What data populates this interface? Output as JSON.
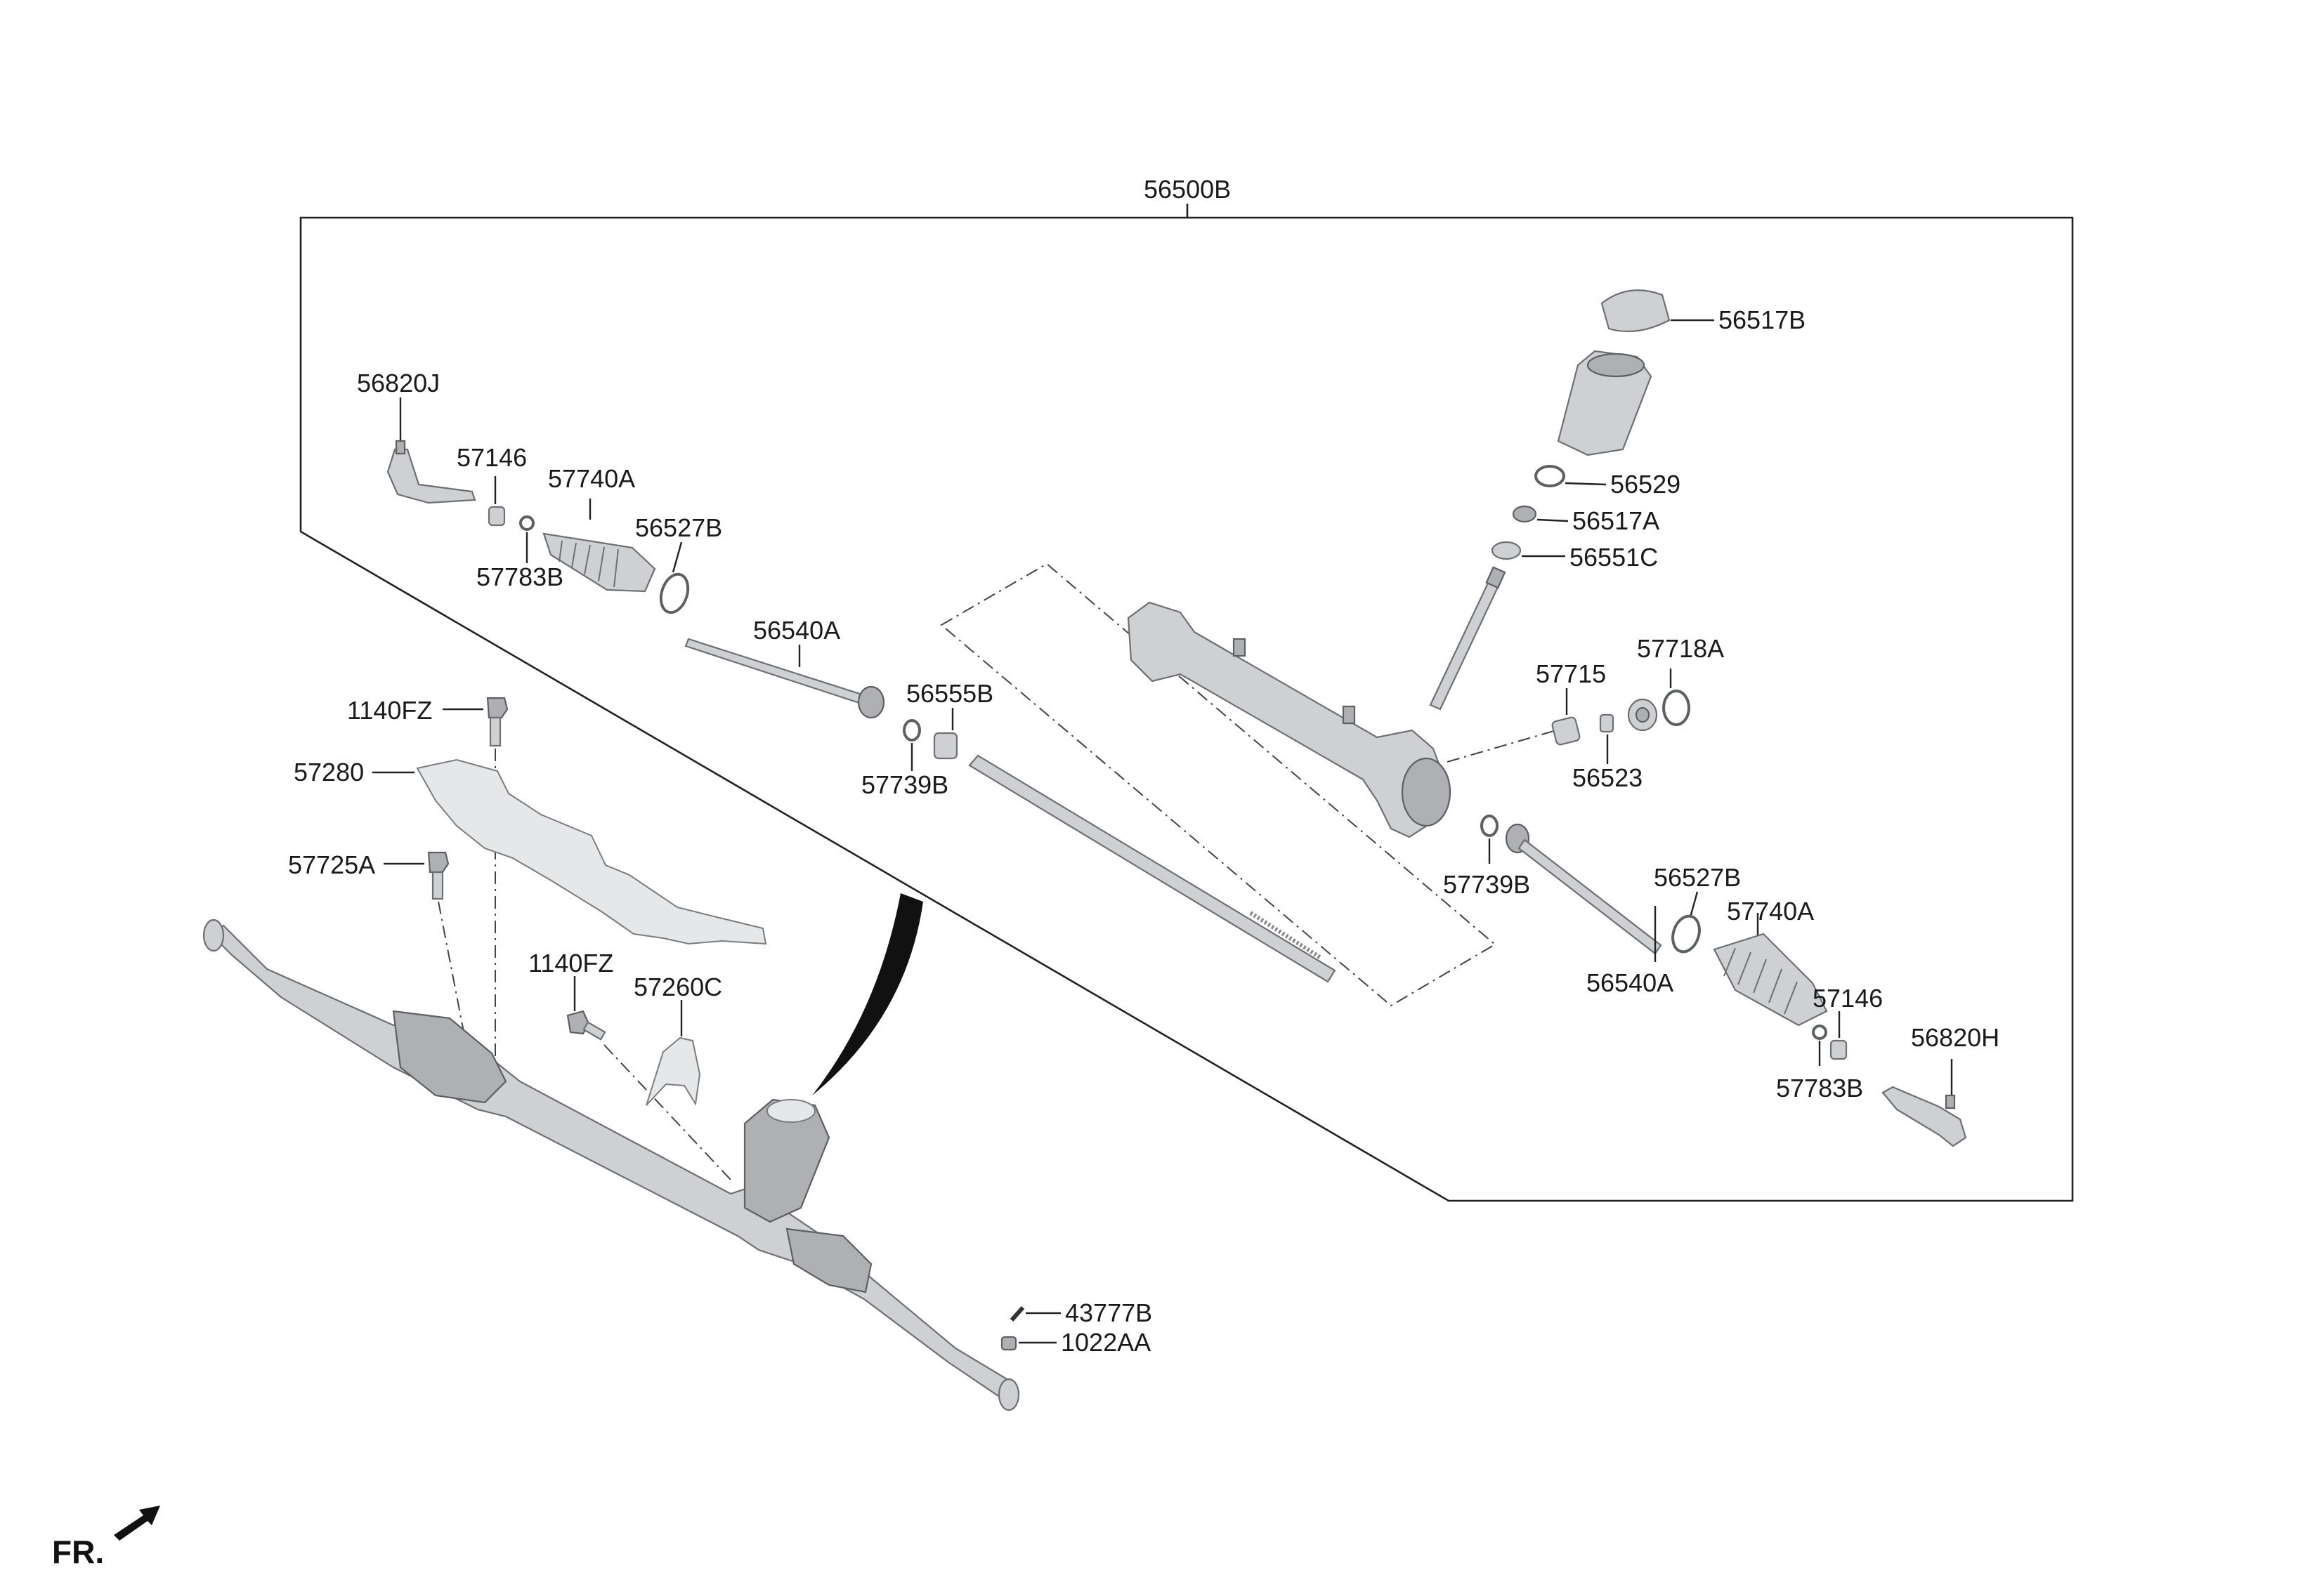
{
  "diagram": {
    "assembly_label": "56500B",
    "orientation_label": "FR.",
    "callouts": [
      {
        "id": "56500B",
        "text": "56500B"
      },
      {
        "id": "56820J",
        "text": "56820J"
      },
      {
        "id": "57146_l",
        "text": "57146"
      },
      {
        "id": "57740A_l",
        "text": "57740A"
      },
      {
        "id": "56527B_l",
        "text": "56527B"
      },
      {
        "id": "57783B_l",
        "text": "57783B"
      },
      {
        "id": "56540A_l",
        "text": "56540A"
      },
      {
        "id": "56555B",
        "text": "56555B"
      },
      {
        "id": "57739B_l",
        "text": "57739B"
      },
      {
        "id": "56517B",
        "text": "56517B"
      },
      {
        "id": "56529",
        "text": "56529"
      },
      {
        "id": "56517A",
        "text": "56517A"
      },
      {
        "id": "56551C",
        "text": "56551C"
      },
      {
        "id": "57715",
        "text": "57715"
      },
      {
        "id": "57718A",
        "text": "57718A"
      },
      {
        "id": "56523",
        "text": "56523"
      },
      {
        "id": "57739B_r",
        "text": "57739B"
      },
      {
        "id": "56527B_r",
        "text": "56527B"
      },
      {
        "id": "57740A_r",
        "text": "57740A"
      },
      {
        "id": "56540A_r",
        "text": "56540A"
      },
      {
        "id": "57146_r",
        "text": "57146"
      },
      {
        "id": "56820H",
        "text": "56820H"
      },
      {
        "id": "57783B_r",
        "text": "57783B"
      },
      {
        "id": "1140FZ_a",
        "text": "1140FZ"
      },
      {
        "id": "57280",
        "text": "57280"
      },
      {
        "id": "57725A",
        "text": "57725A"
      },
      {
        "id": "1140FZ_b",
        "text": "1140FZ"
      },
      {
        "id": "57260C",
        "text": "57260C"
      },
      {
        "id": "43777B",
        "text": "43777B"
      },
      {
        "id": "1022AA",
        "text": "1022AA"
      }
    ]
  }
}
